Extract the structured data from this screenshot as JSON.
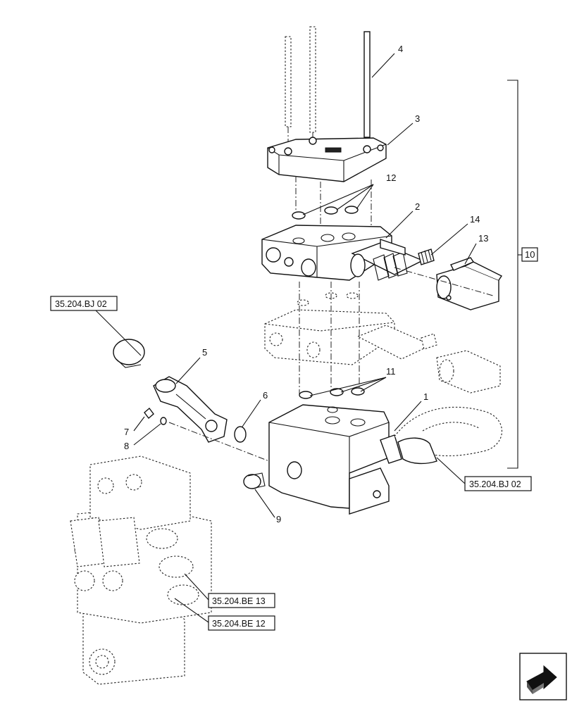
{
  "callouts": [
    "1",
    "2",
    "3",
    "4",
    "5",
    "6",
    "7",
    "8",
    "9",
    "10",
    "11",
    "12",
    "13",
    "14"
  ],
  "references": {
    "bj02_top": "35.204.BJ 02",
    "bj02_right": "35.204.BJ 02",
    "be13": "35.204.BE 13",
    "be12": "35.204.BE 12"
  },
  "nav_icon": "next-arrow-icon"
}
